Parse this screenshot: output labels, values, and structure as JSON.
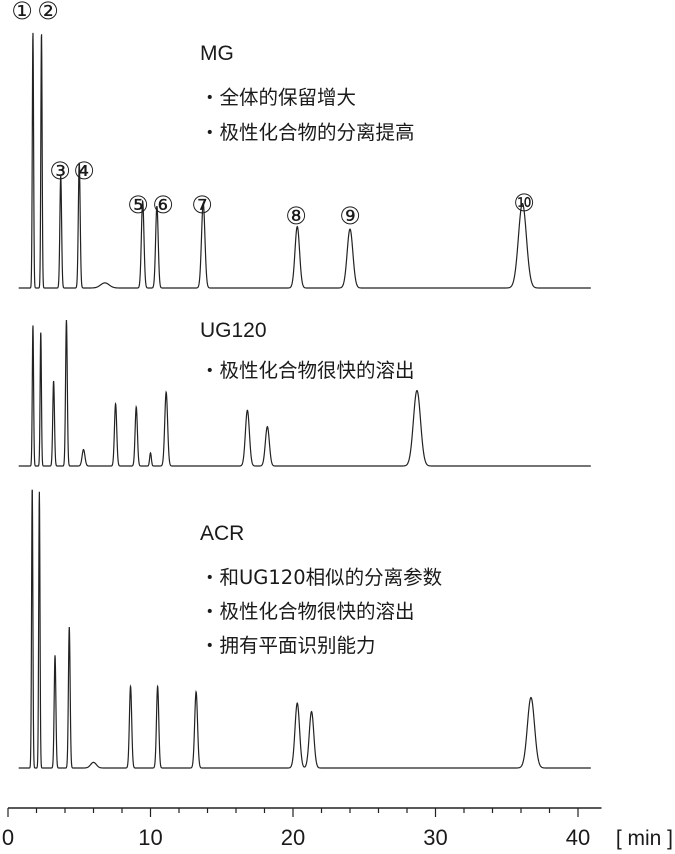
{
  "chart_data": {
    "type": "line",
    "xlim": [
      0,
      42
    ],
    "x_ticks": [
      0,
      10,
      20,
      30,
      40
    ],
    "x_unit": "[ min ]",
    "grid": false,
    "peak_labels": [
      "①",
      "②",
      "③",
      "④",
      "⑤",
      "⑥",
      "⑦",
      "⑧",
      "⑨",
      "⑩"
    ],
    "series": [
      {
        "name": "MG",
        "notes": [
          "・全体的保留增大",
          "・极性化合物的分离提高"
        ],
        "peaks": [
          {
            "t": 1.75,
            "h": 1.0,
            "w": 0.045
          },
          {
            "t": 2.35,
            "h": 1.0,
            "w": 0.045
          },
          {
            "t": 3.7,
            "h": 0.44,
            "w": 0.06
          },
          {
            "t": 5.0,
            "h": 0.49,
            "w": 0.065
          },
          {
            "t": 6.8,
            "h": 0.02,
            "w": 0.3
          },
          {
            "t": 9.45,
            "h": 0.34,
            "w": 0.09
          },
          {
            "t": 10.45,
            "h": 0.32,
            "w": 0.09
          },
          {
            "t": 13.7,
            "h": 0.33,
            "w": 0.12
          },
          {
            "t": 20.3,
            "h": 0.24,
            "w": 0.16
          },
          {
            "t": 24.0,
            "h": 0.23,
            "w": 0.2
          },
          {
            "t": 36.1,
            "h": 0.33,
            "w": 0.28
          }
        ]
      },
      {
        "name": "UG120",
        "notes": [
          "・极性化合物很快的溶出"
        ],
        "peaks": [
          {
            "t": 1.75,
            "h": 0.86,
            "w": 0.045
          },
          {
            "t": 2.3,
            "h": 0.82,
            "w": 0.045
          },
          {
            "t": 3.2,
            "h": 0.52,
            "w": 0.06
          },
          {
            "t": 4.1,
            "h": 0.89,
            "w": 0.06
          },
          {
            "t": 5.3,
            "h": 0.1,
            "w": 0.1
          },
          {
            "t": 7.55,
            "h": 0.38,
            "w": 0.08
          },
          {
            "t": 9.0,
            "h": 0.36,
            "w": 0.08
          },
          {
            "t": 10.0,
            "h": 0.08,
            "w": 0.06
          },
          {
            "t": 11.1,
            "h": 0.45,
            "w": 0.1
          },
          {
            "t": 16.8,
            "h": 0.34,
            "w": 0.14
          },
          {
            "t": 18.2,
            "h": 0.24,
            "w": 0.14
          },
          {
            "t": 28.7,
            "h": 0.46,
            "w": 0.25
          }
        ]
      },
      {
        "name": "ACR",
        "notes": [
          "・和UG120相似的分离参数",
          "・极性化合物很快的溶出",
          "・拥有平面识别能力"
        ],
        "peaks": [
          {
            "t": 1.7,
            "h": 1.0,
            "w": 0.045
          },
          {
            "t": 2.2,
            "h": 0.98,
            "w": 0.045
          },
          {
            "t": 3.3,
            "h": 0.4,
            "w": 0.06
          },
          {
            "t": 4.3,
            "h": 0.5,
            "w": 0.06
          },
          {
            "t": 6.0,
            "h": 0.02,
            "w": 0.2
          },
          {
            "t": 8.6,
            "h": 0.29,
            "w": 0.08
          },
          {
            "t": 10.5,
            "h": 0.29,
            "w": 0.08
          },
          {
            "t": 13.2,
            "h": 0.27,
            "w": 0.1
          },
          {
            "t": 20.3,
            "h": 0.23,
            "w": 0.16
          },
          {
            "t": 21.3,
            "h": 0.2,
            "w": 0.16
          },
          {
            "t": 36.7,
            "h": 0.25,
            "w": 0.25
          }
        ]
      }
    ]
  }
}
